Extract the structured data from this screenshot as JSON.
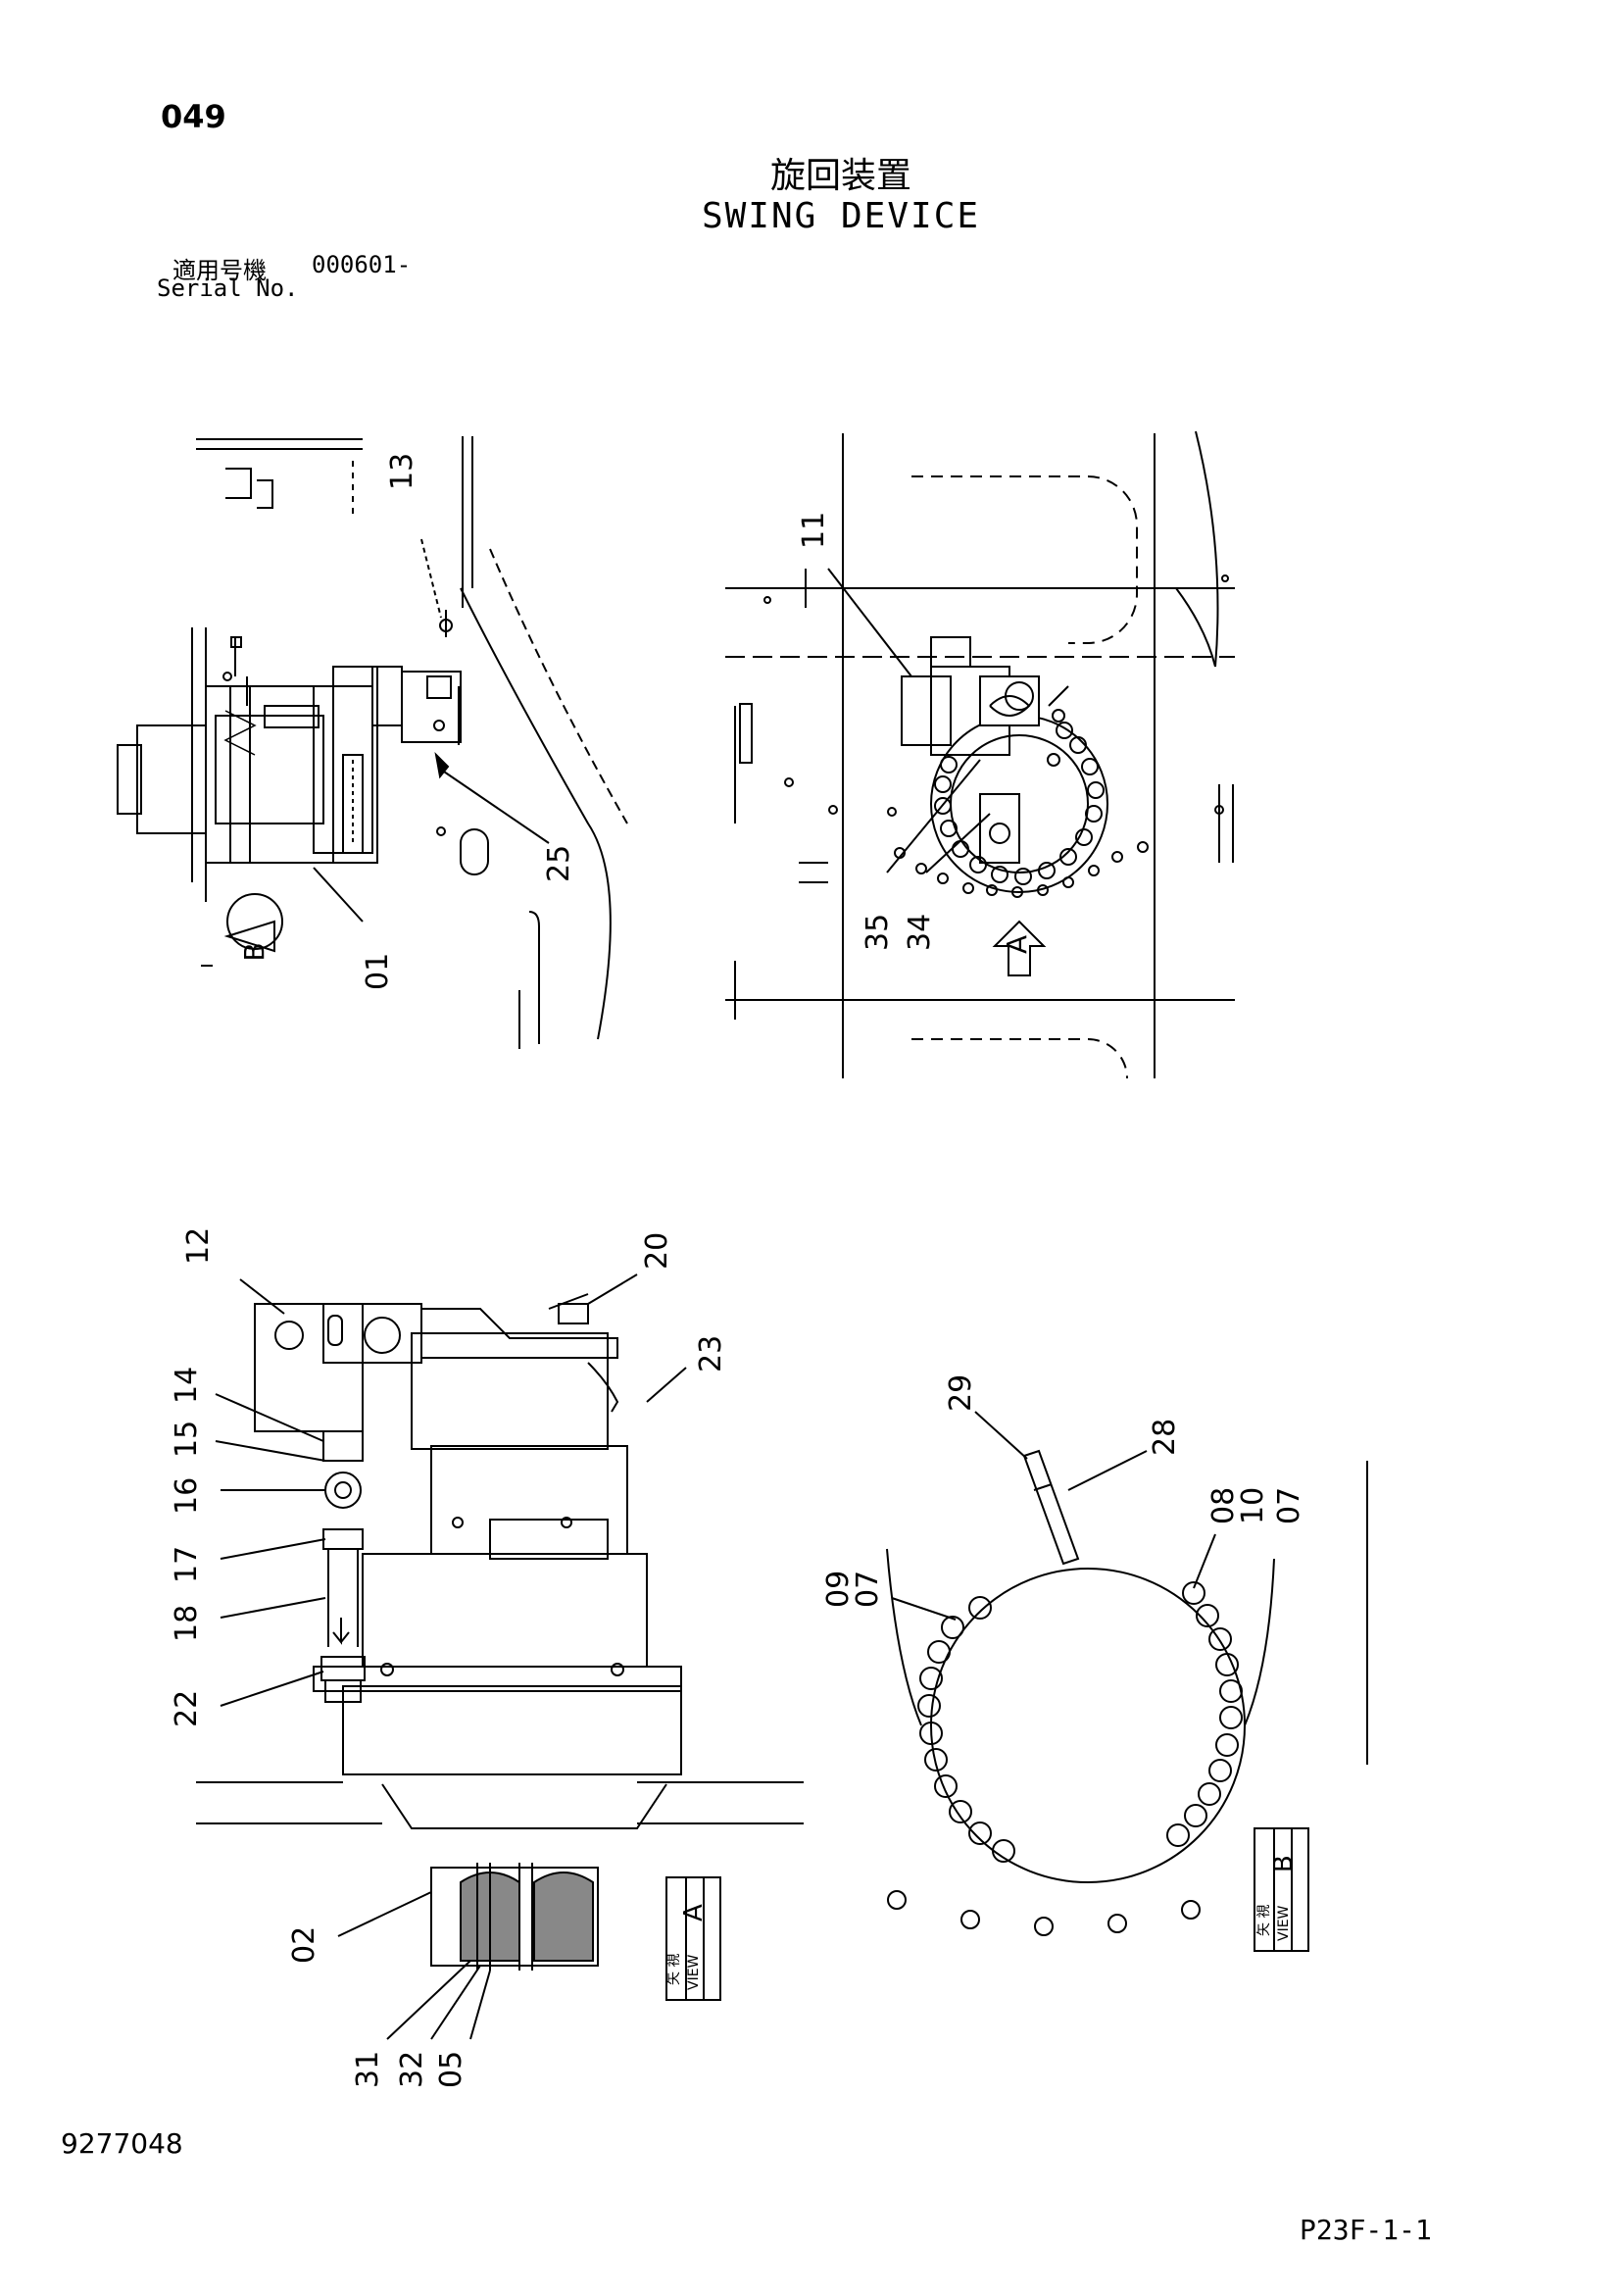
{
  "header": {
    "page_number": "049",
    "title_jp": "旋回装置",
    "title_en": "SWING DEVICE",
    "serial_label_jp": "適用号機",
    "serial_value": "000601-",
    "serial_label_en": "Serial No."
  },
  "footer": {
    "document_number": "9277048",
    "page_code": "P23F-1-1"
  },
  "callouts": {
    "view1": [
      "13",
      "25",
      "01"
    ],
    "view2": [
      "11",
      "35",
      "34"
    ],
    "view3": [
      "12",
      "20",
      "23",
      "14",
      "15",
      "16",
      "17",
      "18",
      "22",
      "02",
      "31",
      "32",
      "05"
    ],
    "view4": [
      "29",
      "28",
      "08",
      "10",
      "07",
      "09",
      "07"
    ]
  },
  "view_markers": {
    "arrow_b": "B",
    "arrow_a": "A",
    "view_a_letter": "A",
    "view_b_letter": "B",
    "view_jp": "矢 視",
    "view_en": "VIEW"
  }
}
